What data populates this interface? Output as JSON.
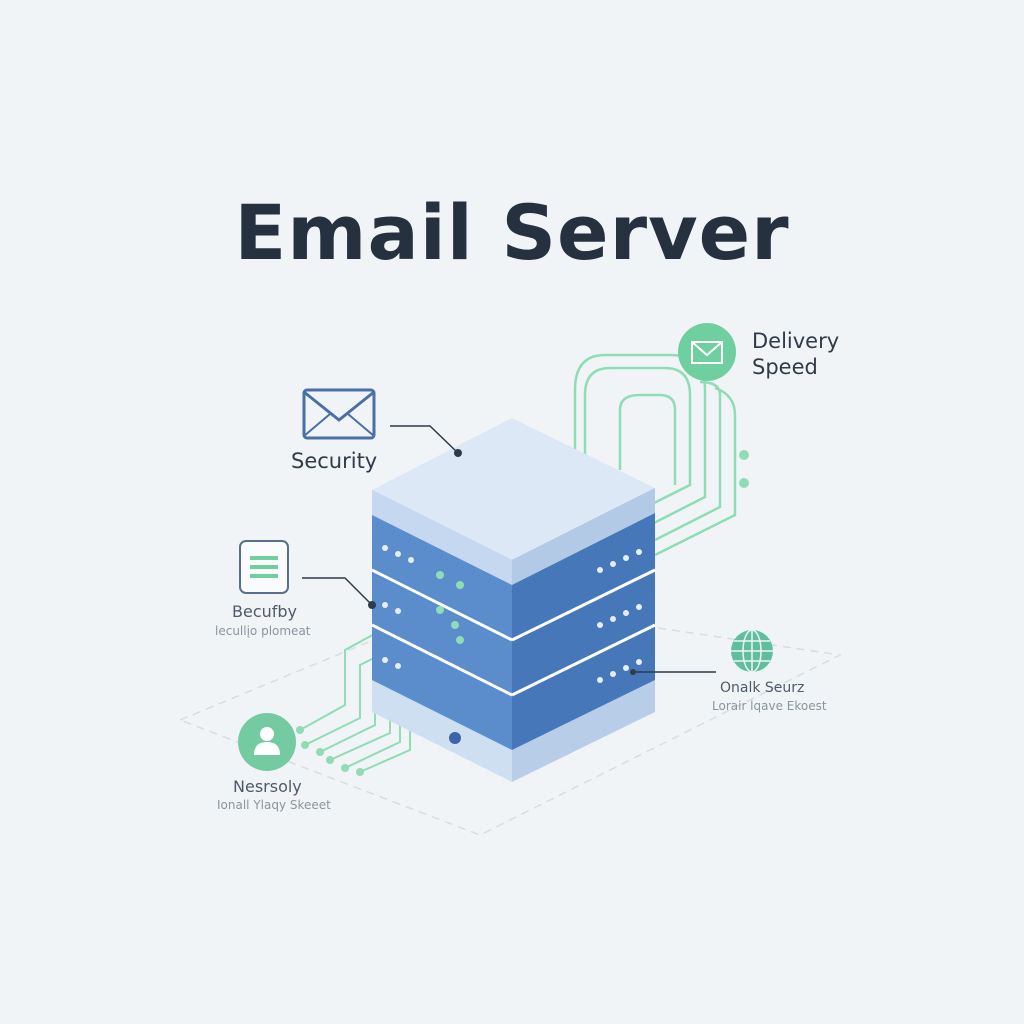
{
  "title": "Email Server",
  "callouts": {
    "delivery": {
      "label_line1": "Delivery",
      "label_line2": "Speed",
      "icon": "envelope-icon"
    },
    "security": {
      "label": "Security",
      "icon": "envelope-icon"
    },
    "becurby": {
      "label": "Becufby",
      "sublabel": "lecullįo plomeat",
      "icon": "document-lines-icon"
    },
    "global": {
      "label": "Onalk Seurz",
      "sublabel": "Lorair lqave Ekoest",
      "icon": "globe-icon"
    },
    "user": {
      "label": "Nesrsoly",
      "sublabel": "Ionall Ylaqy Skeeet",
      "icon": "user-icon"
    }
  },
  "colors": {
    "accent_green": "#6fcf9f",
    "server_blue": "#4a7fc1",
    "server_light": "#dce8f6",
    "title": "#263140"
  }
}
